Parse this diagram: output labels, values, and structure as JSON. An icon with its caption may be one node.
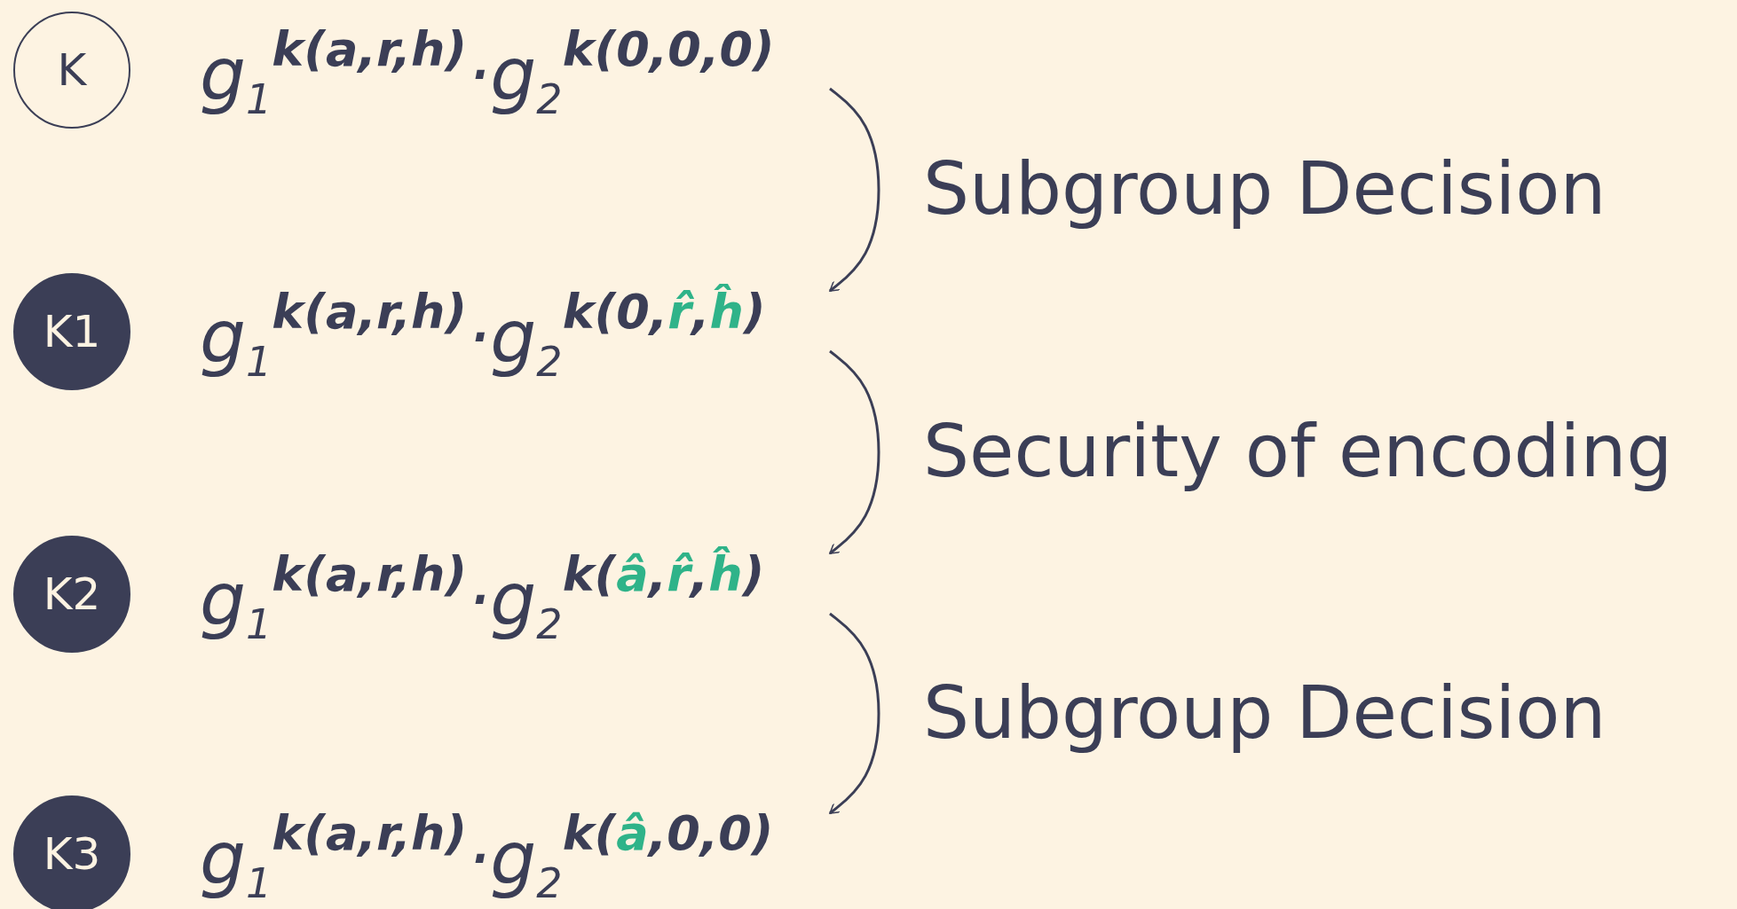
{
  "diagram": {
    "nodes": [
      {
        "text": [
          "K"
        ]
      },
      {
        "text": [
          "g$_{1}$$^{k(a,r,h)}$·g$_{2}$$^{k(0,0,0)}$"
        ]
      },
      {
        "text": [
          "K1"
        ]
      },
      {
        "text": [
          "g$_{1}$$^{k(a,r,h)}$·g$_{2}$$^{k(0,r̂,ĥ)}$"
        ]
      },
      {
        "text": [
          "K2"
        ]
      },
      {
        "text": [
          "g$_{1}$$^{k(a,r,h)}$·g$_{2}$$^{k(â,r̂,ĥ)}$"
        ]
      },
      {
        "text": [
          "K3"
        ]
      },
      {
        "text": [
          "g$_{1}$$^{k(a,r,h)}$·g$_{2}$$^{k(â,0,0)}$"
        ]
      }
    ],
    "edges": [
      {
        "from": 1,
        "to": 3,
        "arrow": "to",
        "label": "Subgroup Decision"
      },
      {
        "from": 3,
        "to": 5,
        "arrow": "to",
        "label": "Security of encoding"
      },
      {
        "from": 5,
        "to": 7,
        "arrow": "to",
        "label": "Subgroup Decision"
      }
    ]
  }
}
